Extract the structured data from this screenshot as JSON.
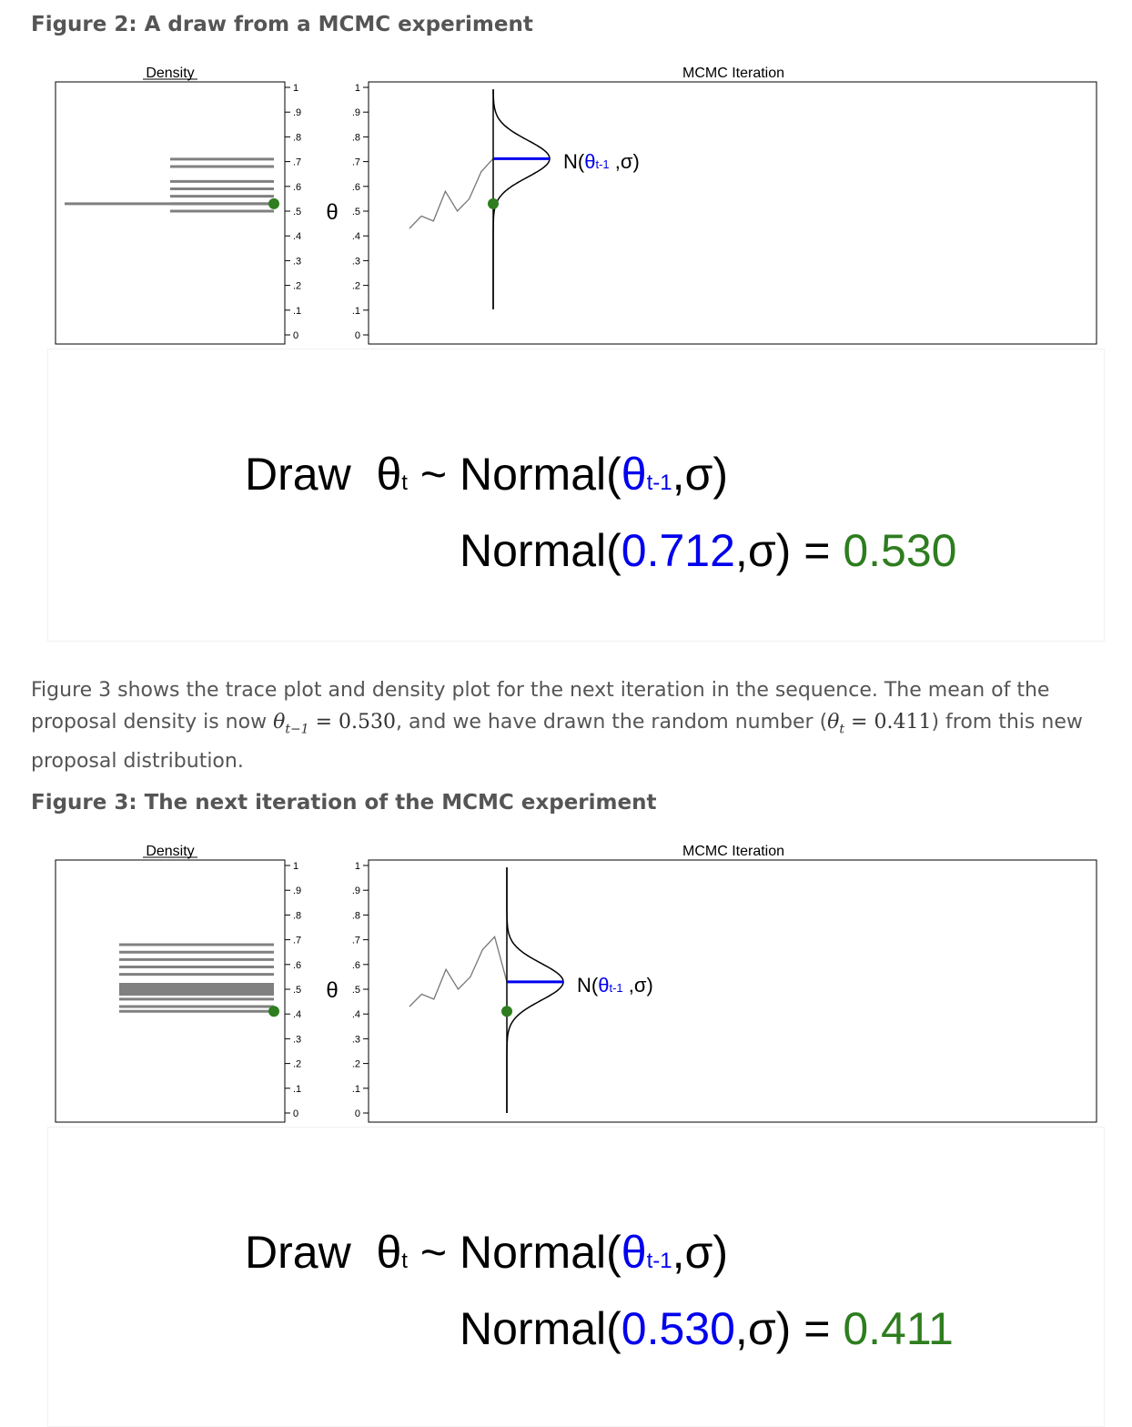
{
  "figure2": {
    "title": "Figure 2: A draw from a MCMC experiment",
    "density_label": "Density",
    "iteration_label": "MCMC Iteration",
    "theta_symbol": "θ",
    "proposal_label": {
      "pre": "N(",
      "theta": "θ",
      "sub": "t-1",
      "post": " ,σ)"
    },
    "ticks": [
      "0",
      ".1",
      ".2",
      ".3",
      ".4",
      ".5",
      ".6",
      ".7",
      ".8",
      ".9",
      "1"
    ],
    "density_bars": [
      0.5,
      0.53,
      0.56,
      0.59,
      0.62,
      0.68,
      0.71
    ],
    "trace": [
      0.43,
      0.48,
      0.46,
      0.58,
      0.5,
      0.55,
      0.66,
      0.712
    ],
    "previous_value": 0.712,
    "drawn_value": 0.53,
    "equation": {
      "draw": "Draw",
      "theta": "θ",
      "theta_sub": "t",
      "tilde": "~",
      "normal": "Normal(",
      "prev_theta": "θ",
      "prev_sub": "t-1",
      "sigma_close": ",σ)",
      "result_normal": "Normal(",
      "result_mean": "0.712",
      "result_sigma": ",σ)",
      "equals": "=",
      "result_value": "0.530"
    },
    "colors": {
      "proposal_mean": "#0000ee",
      "draw_point": "#2e7d1f",
      "bars": "#808080"
    }
  },
  "paragraph": {
    "text1": "Figure 3 shows the trace plot and density plot for the next iteration in the sequence. The mean of the proposal density is now ",
    "math1": "= 0.530",
    "text2": ", and we have drawn the random number (",
    "math2": "= 0.411",
    "text3": ") from this new proposal distribution.",
    "theta": "θ",
    "sub_prev": "t−1",
    "sub_t": "t"
  },
  "figure3": {
    "title": "Figure 3: The next iteration of the MCMC experiment",
    "density_label": "Density",
    "iteration_label": "MCMC Iteration",
    "theta_symbol": "θ",
    "proposal_label": {
      "pre": "N(",
      "theta": "θ",
      "sub": "t-1",
      "post": " ,σ)"
    },
    "ticks": [
      "0",
      ".1",
      ".2",
      ".3",
      ".4",
      ".5",
      ".6",
      ".7",
      ".8",
      ".9",
      "1"
    ],
    "density_bars": [
      0.411,
      0.43,
      0.46,
      0.48,
      0.49,
      0.5,
      0.51,
      0.52,
      0.56,
      0.59,
      0.62,
      0.65,
      0.68
    ],
    "trace": [
      0.43,
      0.48,
      0.46,
      0.58,
      0.5,
      0.55,
      0.66,
      0.712,
      0.53
    ],
    "previous_value": 0.53,
    "drawn_value": 0.411,
    "equation": {
      "draw": "Draw",
      "theta": "θ",
      "theta_sub": "t",
      "tilde": "~",
      "normal": "Normal(",
      "prev_theta": "θ",
      "prev_sub": "t-1",
      "sigma_close": ",σ)",
      "result_normal": "Normal(",
      "result_mean": "0.530",
      "result_sigma": ",σ)",
      "equals": "=",
      "result_value": "0.411"
    },
    "colors": {
      "proposal_mean": "#0000ee",
      "draw_point": "#2e7d1f",
      "bars": "#808080"
    }
  }
}
